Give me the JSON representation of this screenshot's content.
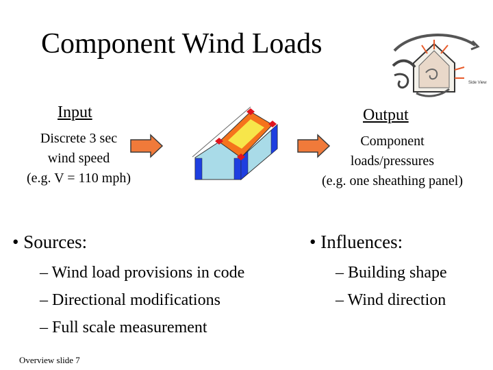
{
  "title": "Component Wind Loads",
  "input": {
    "heading": "Input",
    "lines": [
      "Discrete 3 sec",
      "wind speed",
      "(e.g. V = 110 mph)"
    ]
  },
  "output": {
    "heading": "Output",
    "lines": [
      "Component",
      "loads/pressures",
      "(e.g. one sheathing panel)"
    ]
  },
  "sources": {
    "heading": "Sources:",
    "items": [
      "Wind load provisions in code",
      "Directional modifications",
      "Full scale measurement"
    ]
  },
  "influences": {
    "heading": "Influences:",
    "items": [
      "Building shape",
      "Wind direction"
    ]
  },
  "footer": "Overview slide 7",
  "colors": {
    "arrow_fill": "#f07a3a",
    "roof_outer": "#f5731c",
    "roof_inner": "#f7e64a",
    "wall_blue": "#1e3fe0",
    "wall_light": "#a9dbe8",
    "corner_red": "#e0141e"
  }
}
